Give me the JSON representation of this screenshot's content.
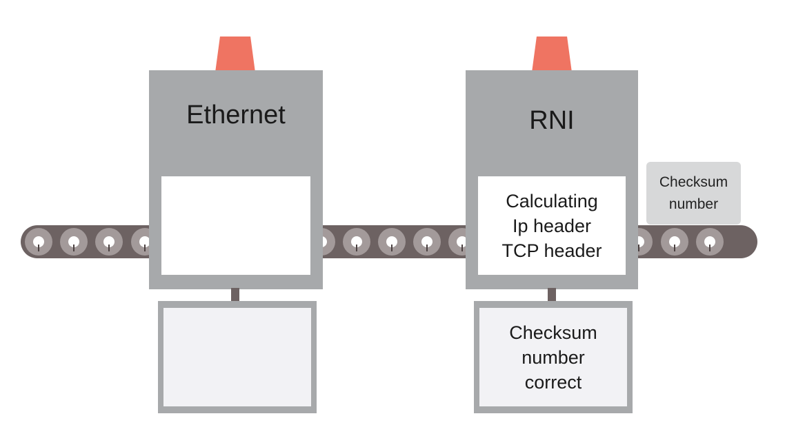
{
  "machines": [
    {
      "title": "Ethernet",
      "window_lines": [],
      "monitor_lines": []
    },
    {
      "title": "RNI",
      "window_lines": [
        "Calculating",
        "Ip header",
        "TCP header"
      ],
      "monitor_lines": [
        "Checksum",
        "number",
        "correct"
      ]
    }
  ],
  "packet": {
    "lines": [
      "Checksum",
      "number"
    ]
  },
  "colors": {
    "belt": "#6d6262",
    "roller": "#a39a9a",
    "machine": "#a7a9ab",
    "lamp": "#ef7462",
    "packet": "#d7d8d9"
  }
}
